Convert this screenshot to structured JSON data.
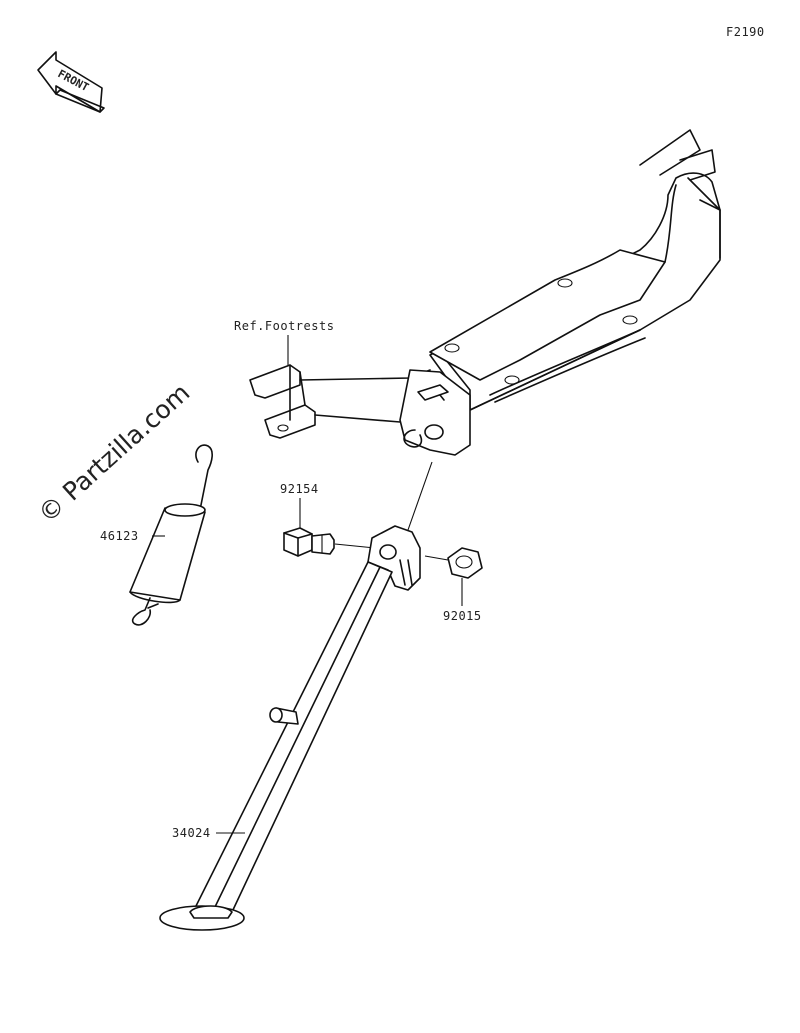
{
  "diagram": {
    "code": "F2190",
    "front_label": "FRONT",
    "watermark": "© Partzilla.com",
    "parts": [
      {
        "id": "ref-footrests",
        "label": "Ref.Footrests"
      },
      {
        "id": "92154",
        "label": "92154"
      },
      {
        "id": "46123",
        "label": "46123"
      },
      {
        "id": "92015",
        "label": "92015"
      },
      {
        "id": "34024",
        "label": "34024"
      }
    ]
  }
}
